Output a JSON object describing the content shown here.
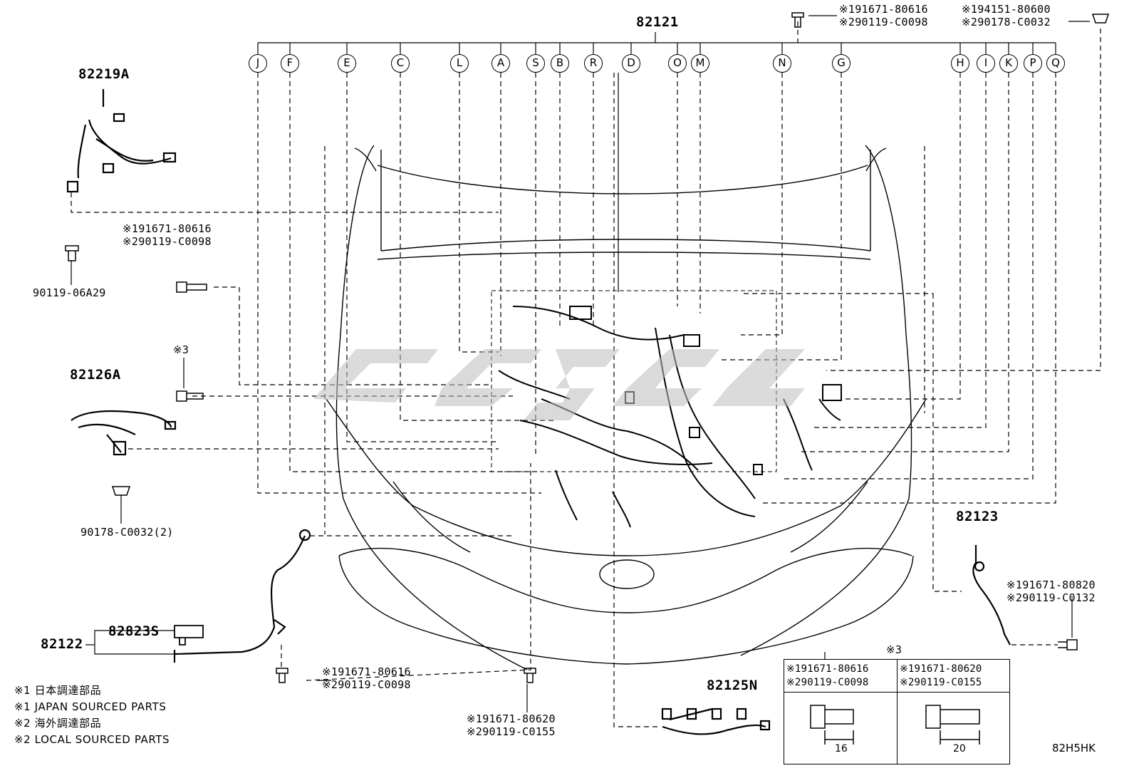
{
  "main_part": "82121",
  "parts": {
    "p82219a": "82219A",
    "p82126a": "82126A",
    "p82123": "82123",
    "p82122": "82122",
    "p82823s": "82823S",
    "p82125n": "82125N"
  },
  "circle_labels": [
    "J",
    "F",
    "E",
    "C",
    "L",
    "A",
    "S",
    "B",
    "R",
    "D",
    "O",
    "M",
    "N",
    "G",
    "H",
    "I",
    "K",
    "P",
    "Q"
  ],
  "fasteners": {
    "top_bolt": [
      "※191671-80616",
      "※290119-C0098"
    ],
    "top_nut": [
      "※194151-80600",
      "※290178-C0032"
    ],
    "left_bolt": [
      "※191671-80616",
      "※290119-C0098"
    ],
    "ref_06a29": "90119-06A29",
    "note_3": "※3",
    "ref_c0032": "90178-C0032(2)",
    "lower_bolt": [
      "※191671-80616",
      "※290119-C0098"
    ],
    "center_bolt": [
      "※191671-80620",
      "※290119-C0155"
    ],
    "right_bolt": [
      "※191671-80820",
      "※290119-C0132"
    ]
  },
  "legend": [
    "※1 日本調達部品",
    "※1 JAPAN SOURCED PARTS",
    "※2 海外調達部品",
    "※2 LOCAL SOURCED PARTS"
  ],
  "table": {
    "title": "※3",
    "left": {
      "lines": [
        "※191671-80616",
        "※290119-C0098"
      ],
      "dim": "16"
    },
    "right": {
      "lines": [
        "※191671-80620",
        "※290119-C0155"
      ],
      "dim": "20"
    }
  },
  "diagram_code": "82H5HK",
  "colors": {
    "line": "#000000",
    "watermark": "#bdbdbd",
    "background": "#ffffff"
  }
}
